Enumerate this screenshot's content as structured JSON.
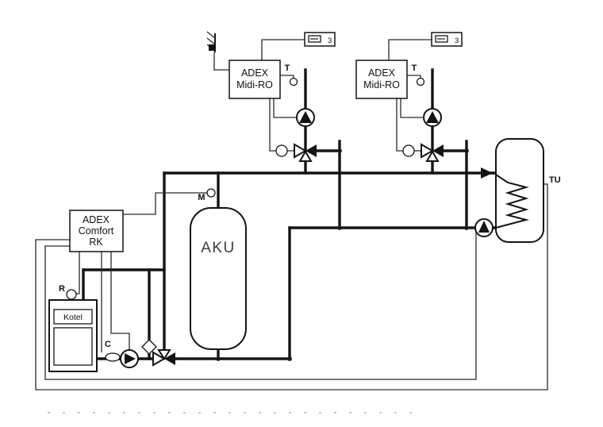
{
  "controllers": {
    "midi_ro_1": {
      "line1": "ADEX",
      "line2": "Midi-RO"
    },
    "midi_ro_2": {
      "line1": "ADEX",
      "line2": "Midi-RO"
    },
    "comfort_rk": {
      "line1": "ADEX",
      "line2": "Comfort",
      "line3": "RK"
    }
  },
  "tanks": {
    "buffer_label": "AKU",
    "boiler_label": "Kotel"
  },
  "sensors": {
    "t1": "T",
    "t2": "T",
    "m": "M",
    "r": "R",
    "c": "C",
    "tu": "TU"
  },
  "displays": {
    "unit1": "3",
    "unit2": "3"
  },
  "colors": {
    "line": "#141414",
    "background": "#ffffff"
  }
}
